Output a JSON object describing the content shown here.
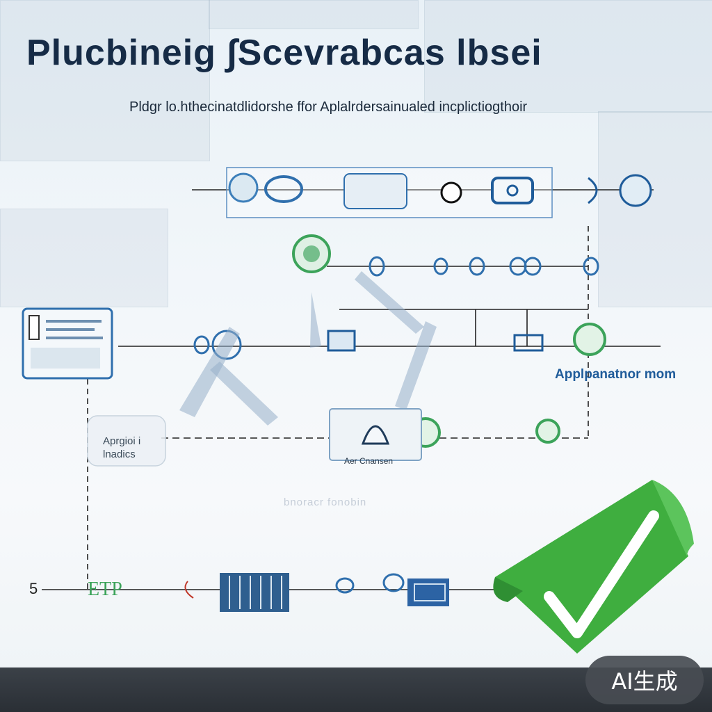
{
  "header": {
    "title": "Plucbineig ∫Scevrabcas lbsei",
    "subtitle": "Pldgr lo.hthecinatdlidorshe ffor Aplalrdersainualed incplictiogthoir"
  },
  "labels": {
    "applicant": "Applpanatnor mom",
    "card_line1": "Aprgioi i",
    "card_line2": "lnadics",
    "aer_caption": "Aer Cnansen",
    "faint_text": "bnoracr fonobin",
    "step_number": "5",
    "tp_glyph": "ETP"
  },
  "badge": {
    "text": "AI生成"
  },
  "colors": {
    "title": "#162b46",
    "accent_blue": "#1f5c9a",
    "accent_green": "#3ca35a",
    "checkmark_green": "#3fae3f",
    "footer_bar": "#2f3439"
  },
  "icons": [
    "document-card-icon",
    "green-circle-icon",
    "ring-node-icon",
    "doc-box-icon",
    "checkmark-icon"
  ]
}
